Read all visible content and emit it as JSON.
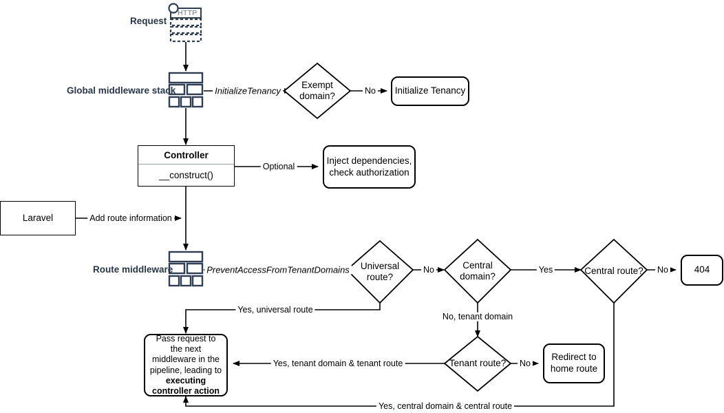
{
  "diagram": {
    "title": "Laravel multi-tenancy request lifecycle flowchart",
    "accent_color": "#283749",
    "line_color": "#000000"
  },
  "labels": {
    "request": "Request",
    "global_middleware_stack": "Global middleware stack",
    "route_middleware": "Route middleware"
  },
  "icons": {
    "http_request": {
      "name": "http-request-icon",
      "text": "HTTP"
    },
    "middleware_stack": {
      "name": "middleware-stack-icon"
    }
  },
  "nodes": {
    "exempt_domain": "Exempt domain?",
    "initialize_tenancy": "Initialize Tenancy",
    "controller_title": "Controller",
    "controller_method": "__construct()",
    "inject_dependencies": "Inject dependencies, check authorization",
    "inject_dependencies_line1": "Inject dependencies,",
    "inject_dependencies_line2": "check authorization",
    "laravel": "Laravel",
    "universal_route": "Universal route?",
    "central_domain": "Central domain?",
    "central_route": "Central route?",
    "not_found": "404",
    "tenant_route": "Tenant route?",
    "redirect_home": "Redirect to home route",
    "redirect_home_line1": "Redirect to",
    "redirect_home_line2": "home route",
    "pass_request_plain": "Pass request to the next middleware in the pipeline, leading to",
    "pass_request_emphasis": "executing controller action"
  },
  "edges": {
    "initialize_tenancy_label": "InitializeTenancy",
    "exempt_no": "No",
    "optional": "Optional",
    "add_route_information": "Add route information",
    "prevent_access": "PreventAccessFromTenantDomains",
    "universal_no": "No",
    "central_domain_yes": "Yes",
    "central_route_no": "No",
    "no_tenant_domain": "No, tenant domain",
    "tenant_route_no": "No",
    "yes_universal_route": "Yes, universal route",
    "yes_tenant_domain_tenant_route": "Yes, tenant domain & tenant route",
    "yes_central_domain_central_route": "Yes, central domain & central route"
  }
}
